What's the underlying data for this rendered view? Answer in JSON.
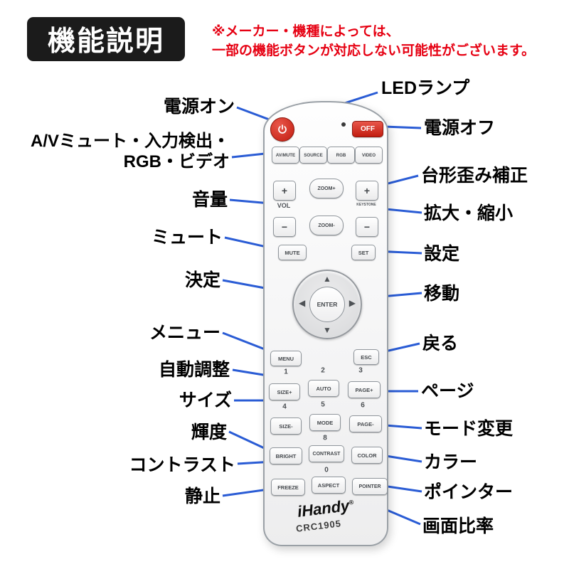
{
  "header": {
    "badge": "機能説明",
    "disclaimer_line1": "※メーカー・機種によっては、",
    "disclaimer_line2": "一部の機能ボタンが対応しない可能性がございます。"
  },
  "remote": {
    "brand": "iHandy",
    "reg_mark": "®",
    "model": "CRC1905",
    "buttons": {
      "off": "OFF",
      "av_mute": "AV/MUTE",
      "source": "SOURCE",
      "rgb": "RGB",
      "video": "VIDEO",
      "vol_plus": "+",
      "vol": "VOL",
      "vol_minus": "−",
      "zoom_plus": "ZOOM+",
      "zoom_minus": "ZOOM-",
      "keystone_plus": "+",
      "keystone": "KEYSTONE",
      "keystone_minus": "−",
      "mute": "MUTE",
      "set": "SET",
      "enter": "ENTER",
      "up": "▲",
      "down": "▼",
      "left": "◀",
      "right": "▶",
      "menu": "MENU",
      "esc": "ESC",
      "size_plus": "SIZE+",
      "auto": "AUTO",
      "page_plus": "PAGE+",
      "size_minus": "SIZE-",
      "mode": "MODE",
      "page_minus": "PAGE-",
      "bright": "BRIGHT",
      "contrast": "CONTRAST",
      "color": "COLOR",
      "freeze": "FREEZE",
      "aspect": "ASPECT",
      "pointer": "POINTER"
    },
    "digits": {
      "d1": "1",
      "d2": "2",
      "d3": "3",
      "d4": "4",
      "d5": "5",
      "d6": "6",
      "d8": "8",
      "d0": "0"
    }
  },
  "labels_left": {
    "power_on": "電源オン",
    "av_line1": "A/Vミュート・入力検出・",
    "av_line2": "RGB・ビデオ",
    "volume": "音量",
    "mute": "ミュート",
    "enter": "決定",
    "menu": "メニュー",
    "auto_adjust": "自動調整",
    "size": "サイズ",
    "brightness": "輝度",
    "contrast": "コントラスト",
    "freeze": "静止"
  },
  "labels_right": {
    "led": "LEDランプ",
    "power_off": "電源オフ",
    "keystone": "台形歪み補正",
    "zoom": "拡大・縮小",
    "settings": "設定",
    "move": "移動",
    "back": "戻る",
    "page": "ページ",
    "mode_change": "モード変更",
    "color": "カラー",
    "pointer": "ポインター",
    "aspect_ratio": "画面比率"
  },
  "colors": {
    "leader_line_blue": "#2a5cd5",
    "alert_red": "#e60012",
    "button_red": "#c21d10",
    "badge_black": "#1b1b1b"
  }
}
